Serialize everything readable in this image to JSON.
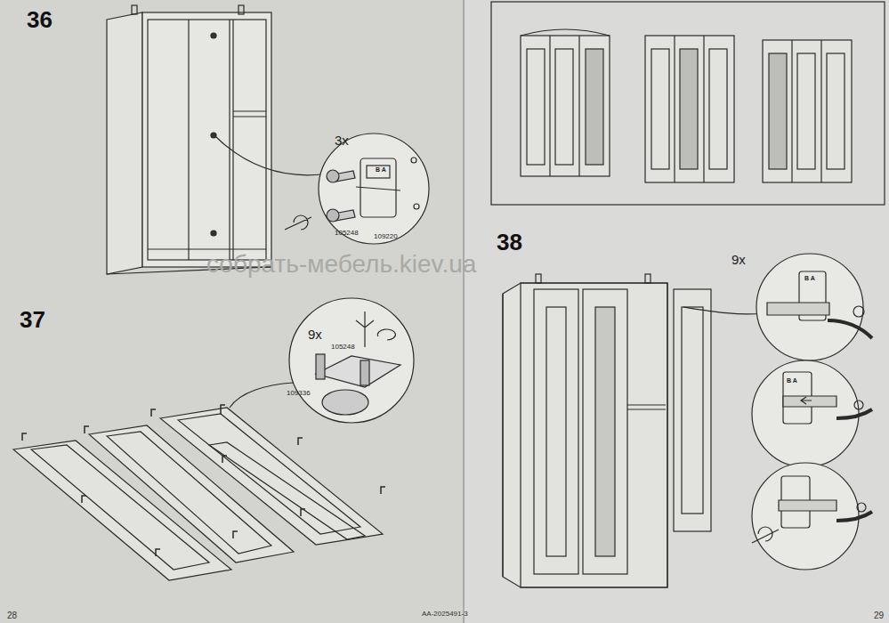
{
  "diagram": {
    "labels": [
      "36",
      "3x",
      "105248",
      "109220",
      "B A",
      "37",
      "9x",
      "105248",
      "109336",
      "38",
      "9x",
      "B A",
      "B A",
      "собрать-мебель.kiev.ua",
      "28",
      "AA-2025491-3",
      "29"
    ]
  }
}
